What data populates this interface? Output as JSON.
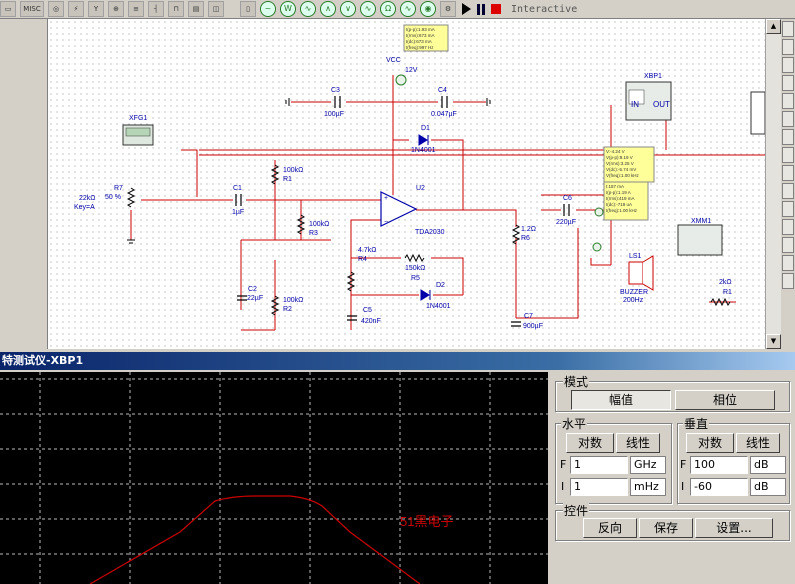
{
  "toolbar": {
    "icon_misc": "MISC",
    "mode_label": "Interactive",
    "run_icon": "play-icon",
    "pause_icon": "pause-icon",
    "stop_icon": "stop-icon"
  },
  "schematic": {
    "vcc_label": "VCC",
    "vcc_value": "12V",
    "xfg_label": "XFG1",
    "xbp_label": "XBP1",
    "xbp_in": "IN",
    "xbp_out": "OUT",
    "xmm_label": "XMM1",
    "r7_value": "22kΩ",
    "r7_key": "Key=A",
    "r7_name": "R7",
    "r7_pct": "50 %",
    "c1_name": "C1",
    "c1_value": "1µF",
    "r1_value": "100kΩ",
    "r1_name": "R1",
    "r3_value": "100kΩ",
    "r3_name": "R3",
    "r2_value": "100kΩ",
    "r2_name": "R2",
    "c2_name": "C2",
    "c2_value": "22µF",
    "c3_name": "C3",
    "c3_value": "100µF",
    "c4_name": "C4",
    "c4_value": "0.047µF",
    "d1_name": "D1",
    "d1_part": "1N4001",
    "d2_name": "D2",
    "d2_part": "1N4001",
    "u2_name": "U2",
    "u2_part": "TDA2030",
    "r4_value": "4.7kΩ",
    "r4_name": "R4",
    "r5_value": "150kΩ",
    "r5_name": "R5",
    "c5_name": "C5",
    "c5_value": "420nF",
    "r6_value": "1.2Ω",
    "r6_name": "R6",
    "c6_name": "C6",
    "c6_value": "220µF",
    "c7_name": "C7",
    "c7_value": "900µF",
    "ls1_name": "LS1",
    "ls1_part": "BUZZER",
    "ls1_freq": "200Hz",
    "r1b_value": "2kΩ",
    "r1b_name": "R1",
    "probe1": [
      "I(p-p):1.93 mA",
      "I(rms):673 mA",
      "I(dc):673 mA",
      "I(freq):997 Hz"
    ],
    "probe2": [
      "V:-4.24 V",
      "V(p-p):9.19 V",
      "V(rms):3.25 V",
      "V(dc):-5.74 mV",
      "V(freq):1.00 kHz"
    ],
    "probe3": [
      "I:187 mA",
      "I(p-p):1.19 A",
      "I(rms):419 mA",
      "I(dc):-719 uA",
      "I(freq):1.00 kHz"
    ]
  },
  "plotter": {
    "title": "特测试仪-XBP1",
    "watermark": "51黑电子",
    "mode_label": "模式",
    "magnitude": "幅值",
    "phase": "相位",
    "horizontal_label": "水平",
    "vertical_label": "垂直",
    "log": "对数",
    "linear": "线性",
    "h_f_label": "F",
    "h_f_value": "1",
    "h_f_unit": "GHz",
    "h_i_label": "I",
    "h_i_value": "1",
    "h_i_unit": "mHz",
    "v_f_label": "F",
    "v_f_value": "100",
    "v_f_unit": "dB",
    "v_i_label": "I",
    "v_i_value": "-60",
    "v_i_unit": "dB",
    "controls_label": "控件",
    "reverse": "反向",
    "save": "保存",
    "settings": "设置...",
    "curve_color": "#cc0000"
  }
}
